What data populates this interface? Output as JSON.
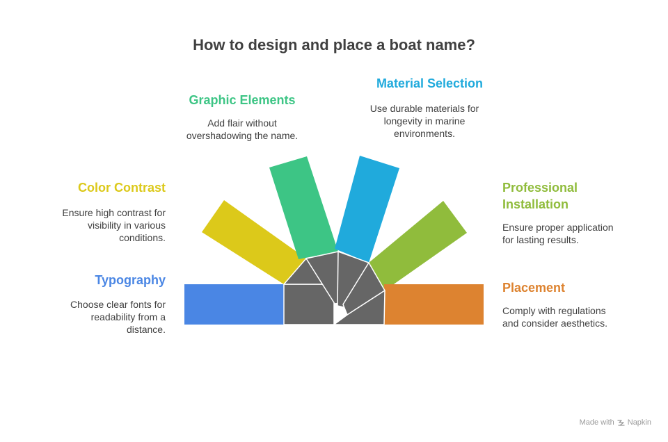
{
  "title": "How to design and place a boat name?",
  "colors": {
    "typography": "#4a86e4",
    "color_contrast": "#dcc91a",
    "graphic_elements": "#3dc585",
    "material_selection": "#20aadc",
    "professional_installation": "#90bc3c",
    "placement": "#dd8330",
    "hub": "#666666"
  },
  "items": {
    "typography": {
      "heading": "Typography",
      "description": [
        "Choose clear fonts for",
        "readability from a",
        "distance."
      ]
    },
    "color_contrast": {
      "heading": "Color Contrast",
      "description": [
        "Ensure high contrast for",
        "visibility in various",
        "conditions."
      ]
    },
    "graphic_elements": {
      "heading": "Graphic Elements",
      "description": [
        "Add flair without",
        "overshadowing the name."
      ]
    },
    "material_selection": {
      "heading": "Material Selection",
      "description": [
        "Use durable materials for",
        "longevity in marine",
        "environments."
      ]
    },
    "professional_installation": {
      "heading": [
        "Professional",
        "Installation"
      ],
      "description": [
        "Ensure proper application",
        "for lasting results."
      ]
    },
    "placement": {
      "heading": "Placement",
      "description": [
        "Comply with regulations",
        "and consider aesthetics."
      ]
    }
  },
  "footer": {
    "text": "Made with",
    "brand": "Napkin",
    "icon": "napkin-logo-icon"
  }
}
